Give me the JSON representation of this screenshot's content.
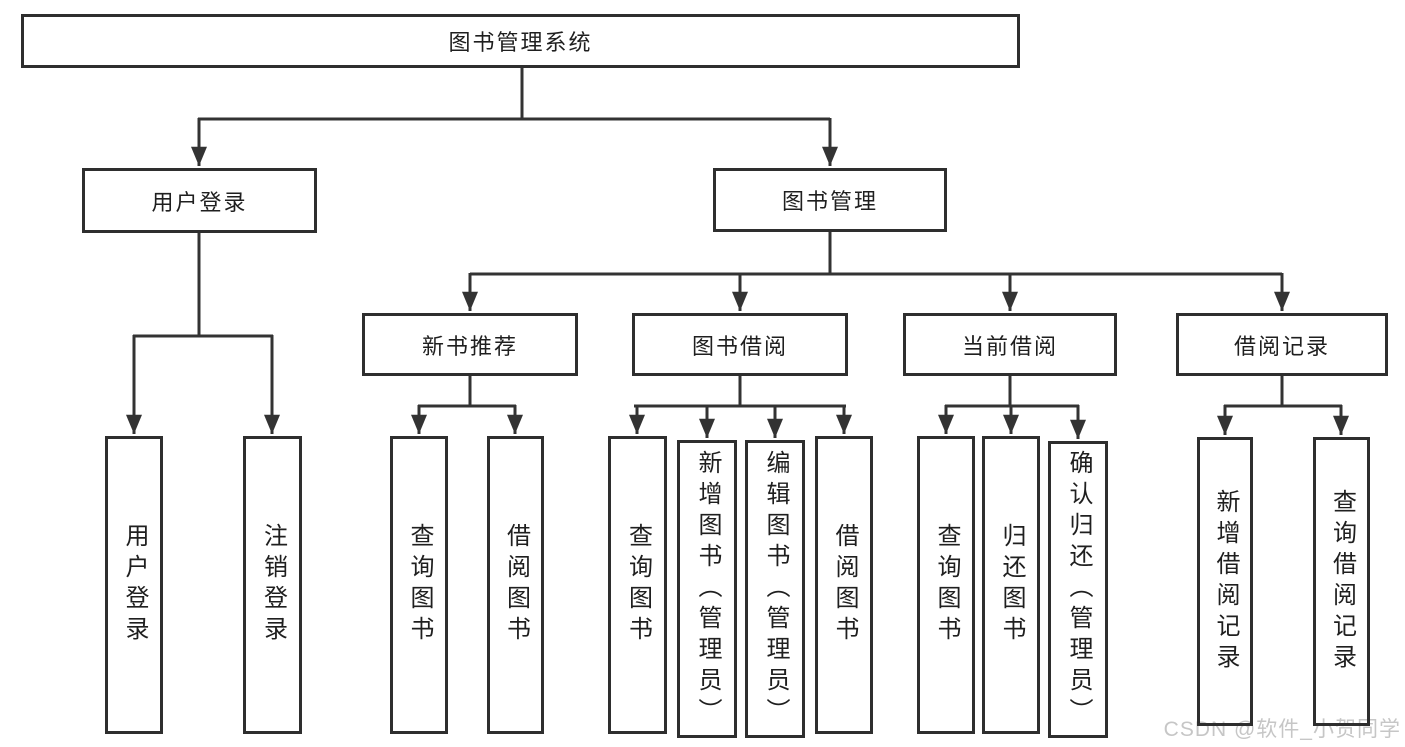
{
  "diagram": {
    "title": "图书管理系统",
    "nodes": {
      "root": "图书管理系统",
      "user_login": "用户登录",
      "book_mgmt": "图书管理",
      "new_books": "新书推荐",
      "book_borrow": "图书借阅",
      "current_borrow": "当前借阅",
      "borrow_records": "借阅记录",
      "ul_user_login": "用户登录",
      "ul_logout": "注销登录",
      "nb_query_books": "查询图书",
      "nb_borrow_books": "借阅图书",
      "bb_query_books": "查询图书",
      "bb_add_books": "新增图书（管理员）",
      "bb_edit_books": "编辑图书（管理员）",
      "bb_borrow_books": "借阅图书",
      "cb_query_books": "查询图书",
      "cb_return_books": "归还图书",
      "cb_confirm_return": "确认归还（管理员）",
      "br_add_record": "新增借阅记录",
      "br_query_record": "查询借阅记录"
    },
    "hierarchy": {
      "图书管理系统": {
        "用户登录": [
          "用户登录",
          "注销登录"
        ],
        "图书管理": {
          "新书推荐": [
            "查询图书",
            "借阅图书"
          ],
          "图书借阅": [
            "查询图书",
            "新增图书（管理员）",
            "编辑图书（管理员）",
            "借阅图书"
          ],
          "当前借阅": [
            "查询图书",
            "归还图书",
            "确认归还（管理员）"
          ],
          "借阅记录": [
            "新增借阅记录",
            "查询借阅记录"
          ]
        }
      }
    }
  },
  "watermark": {
    "text": "CSDN @软件_小贺同学"
  },
  "colors": {
    "line": "#333333",
    "box_border": "#2e2e2e",
    "text": "#1f1f1f",
    "watermark": "#c6c6c6",
    "background": "#ffffff"
  }
}
